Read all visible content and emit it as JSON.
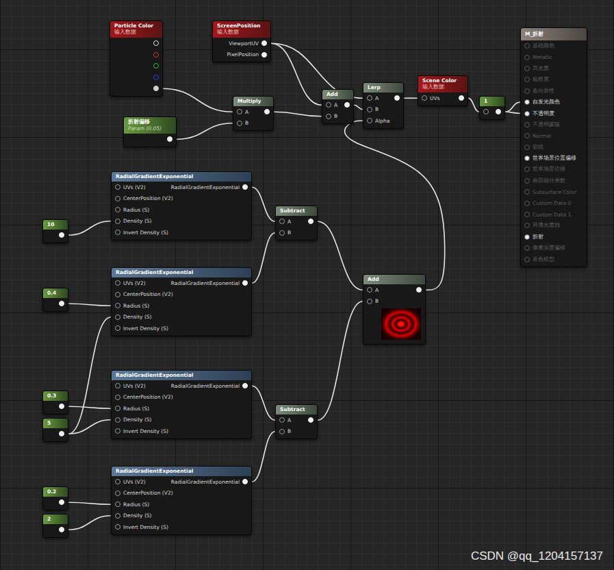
{
  "diagram": {
    "nodes": [
      {
        "text": [
          "Particle Color",
          "输入数据"
        ]
      },
      {
        "text": [
          "ScreenPosition",
          "输入数据",
          "ViewportUV",
          "PixelPosition"
        ]
      },
      {
        "text": [
          "Multiply",
          "A",
          "B"
        ]
      },
      {
        "text": [
          "折射偏移",
          "Param (0.05)"
        ]
      },
      {
        "text": [
          "Add",
          "A",
          "B"
        ]
      },
      {
        "text": [
          "Lerp",
          "A",
          "B",
          "Alpha"
        ]
      },
      {
        "text": [
          "Scene Color",
          "输入数据",
          "UVs"
        ]
      },
      {
        "text": [
          "1"
        ]
      },
      {
        "text": [
          "M_折射",
          "基础颜色",
          "Metallic",
          "高光度",
          "粗糙度",
          "各向异性",
          "自发光颜色",
          "不透明度",
          "不透明蒙版",
          "Normal",
          "切线",
          "世界场景位置偏移",
          "世界场景位移",
          "曲面细分乘数",
          "Subsurface Color",
          "Custom Data 0",
          "Custom Data 1",
          "环境光遮挡",
          "折射",
          "像素深度偏移",
          "着色模型"
        ]
      },
      {
        "text": [
          "RadialGradientExponential",
          "UVs (V2)",
          "RadialGradientExponential",
          "CenterPosition (V2)",
          "Radius (S)",
          "Density (S)",
          "Invert Density (S)"
        ]
      },
      {
        "text": [
          "10"
        ]
      },
      {
        "text": [
          "Subtract",
          "A",
          "B"
        ]
      },
      {
        "text": [
          "RadialGradientExponential",
          "UVs (V2)",
          "RadialGradientExponential",
          "CenterPosition (V2)",
          "Radius (S)",
          "Density (S)",
          "Invert Density (S)"
        ]
      },
      {
        "text": [
          "0.4"
        ]
      },
      {
        "text": [
          "Add",
          "A",
          "B"
        ]
      },
      {
        "text": [
          "RadialGradientExponential",
          "UVs (V2)",
          "RadialGradientExponential",
          "CenterPosition (V2)",
          "Radius (S)",
          "Density (S)",
          "Invert Density (S)"
        ]
      },
      {
        "text": [
          "0.3"
        ]
      },
      {
        "text": [
          "5"
        ]
      },
      {
        "text": [
          "Subtract",
          "A",
          "B"
        ]
      },
      {
        "text": [
          "RadialGradientExponential",
          "UVs (V2)",
          "RadialGradientExponential",
          "CenterPosition (V2)",
          "Radius (S)",
          "Density (S)",
          "Invert Density (S)"
        ]
      },
      {
        "text": [
          "0.2"
        ]
      },
      {
        "text": [
          "2"
        ]
      }
    ],
    "edges": [
      {
        "from": 0,
        "to": 2,
        "arrow": "none"
      },
      {
        "from": 3,
        "to": 2,
        "arrow": "none"
      },
      {
        "from": 1,
        "to": 4,
        "arrow": "none"
      },
      {
        "from": 1,
        "to": 5,
        "arrow": "none"
      },
      {
        "from": 2,
        "to": 4,
        "arrow": "none"
      },
      {
        "from": 4,
        "to": 5,
        "arrow": "none"
      },
      {
        "from": 14,
        "to": 5,
        "arrow": "none"
      },
      {
        "from": 5,
        "to": 6,
        "arrow": "none"
      },
      {
        "from": 6,
        "to": 7,
        "arrow": "none"
      },
      {
        "from": 7,
        "to": 8,
        "arrow": "none"
      },
      {
        "from": 7,
        "to": 8,
        "arrow": "none"
      },
      {
        "from": 10,
        "to": 9,
        "arrow": "none"
      },
      {
        "from": 9,
        "to": 11,
        "arrow": "none"
      },
      {
        "from": 12,
        "to": 11,
        "arrow": "none"
      },
      {
        "from": 13,
        "to": 12,
        "arrow": "none"
      },
      {
        "from": 11,
        "to": 14,
        "arrow": "none"
      },
      {
        "from": 18,
        "to": 14,
        "arrow": "none"
      },
      {
        "from": 16,
        "to": 15,
        "arrow": "none"
      },
      {
        "from": 17,
        "to": 15,
        "arrow": "none"
      },
      {
        "from": 17,
        "to": 12,
        "arrow": "none"
      },
      {
        "from": 15,
        "to": 18,
        "arrow": "none"
      },
      {
        "from": 19,
        "to": 18,
        "arrow": "none"
      },
      {
        "from": 20,
        "to": 19,
        "arrow": "none"
      },
      {
        "from": 21,
        "to": 19,
        "arrow": "none"
      }
    ],
    "labels": [
      "CSDN @qq_1204157137"
    ]
  }
}
